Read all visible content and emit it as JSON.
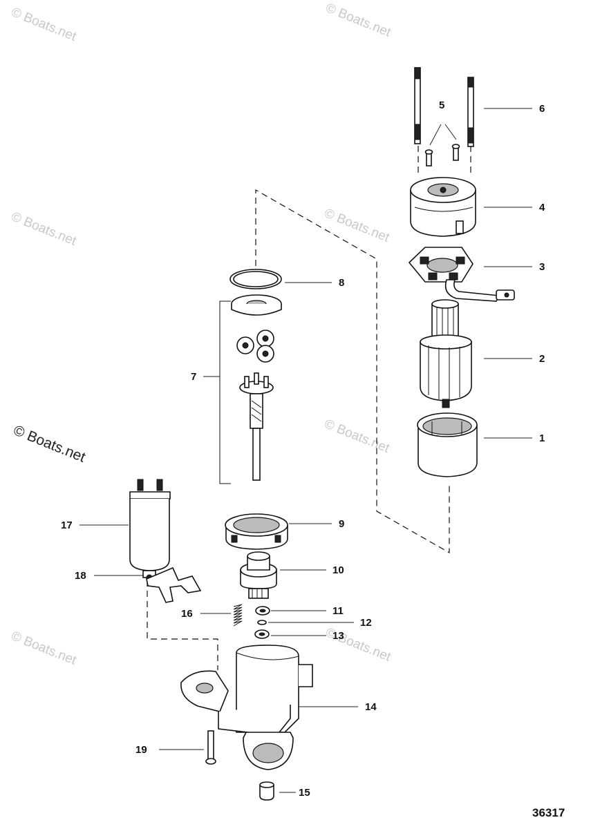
{
  "diagram": {
    "figure_number": "36317",
    "watermark_text": "© Boats.net",
    "callouts": [
      "1",
      "2",
      "3",
      "4",
      "5",
      "6",
      "7",
      "8",
      "9",
      "10",
      "11",
      "12",
      "13",
      "14",
      "15",
      "16",
      "17",
      "18",
      "19"
    ]
  }
}
